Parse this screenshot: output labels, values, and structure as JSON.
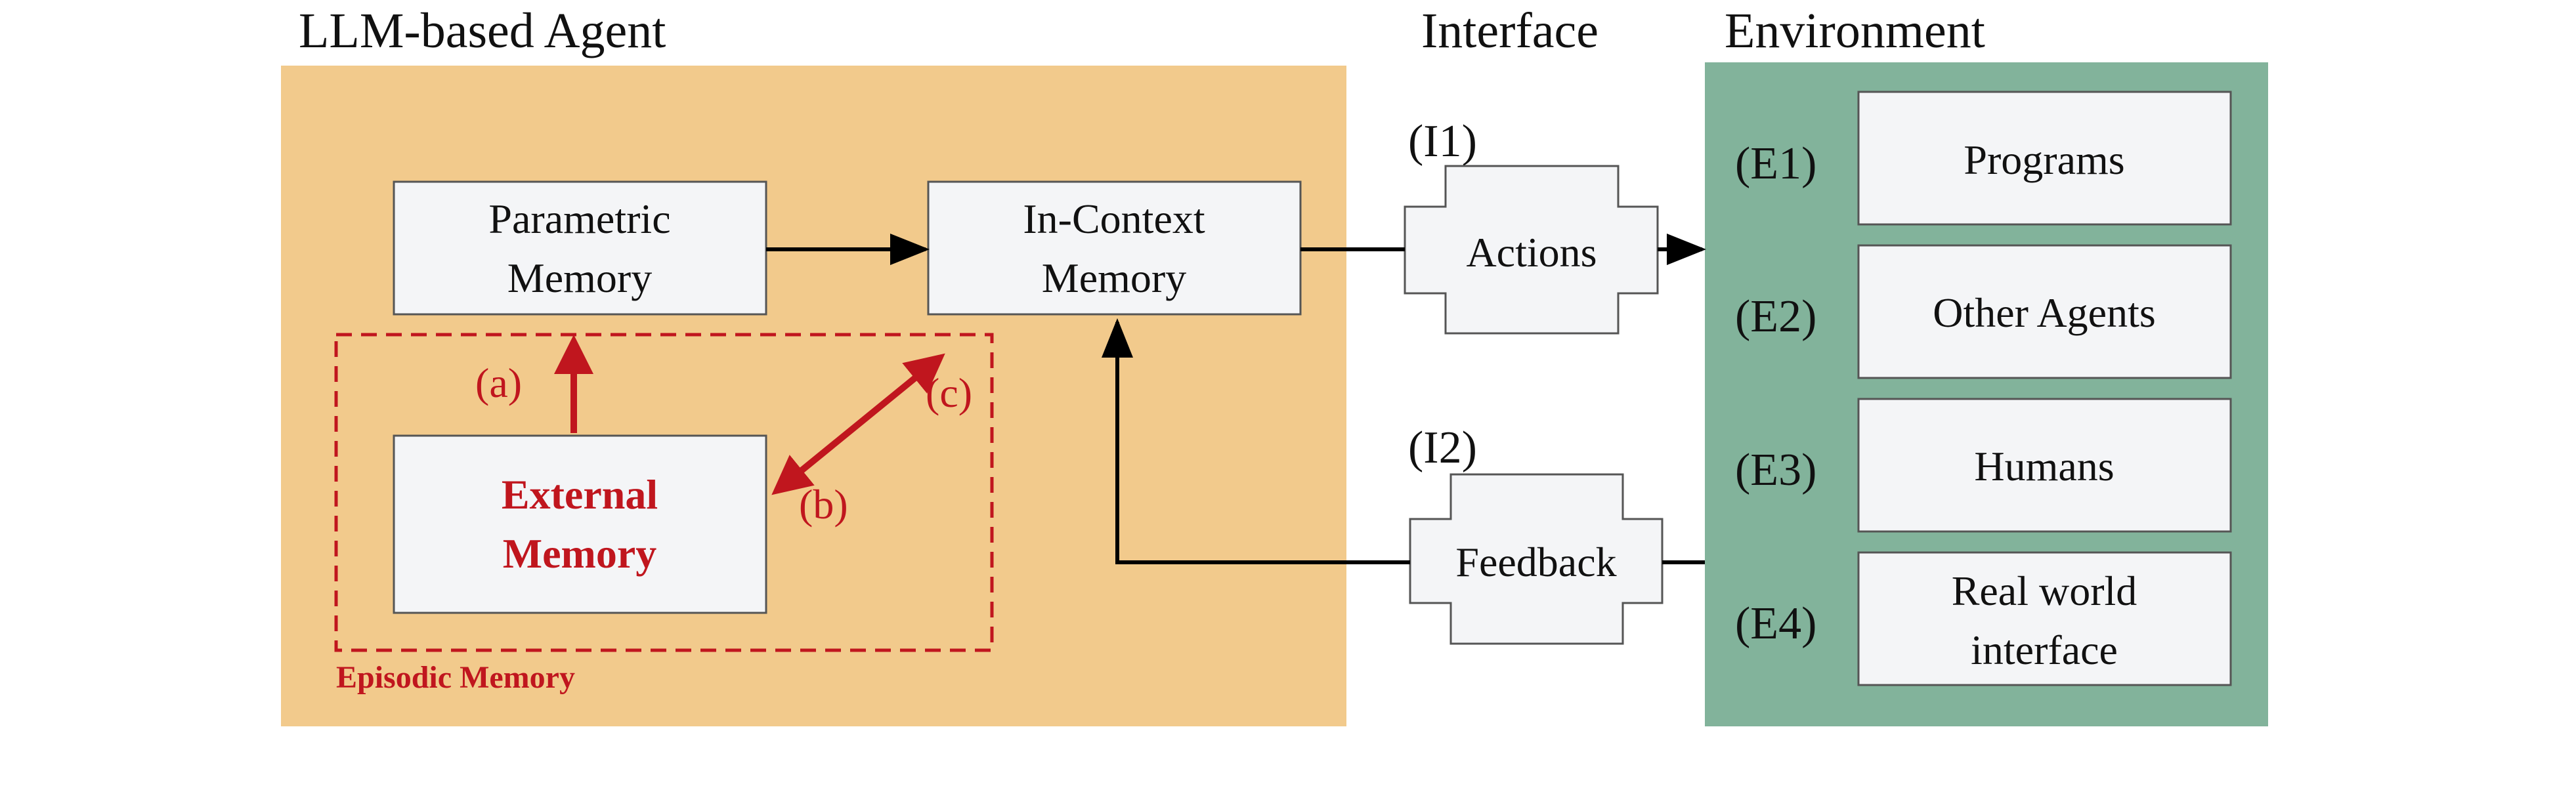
{
  "agent": {
    "title": "LLM-based Agent",
    "parametric_memory": [
      "Parametric",
      "Memory"
    ],
    "in_context_memory": [
      "In-Context",
      "Memory"
    ],
    "external_memory": [
      "External",
      "Memory"
    ],
    "episodic_memory_label": "Episodic Memory",
    "label_a": "(a)",
    "label_b": "(b)",
    "label_c": "(c)"
  },
  "interface": {
    "title": "Interface",
    "i1_label": "(I1)",
    "i1_text": "Actions",
    "i2_label": "(I2)",
    "i2_text": "Feedback"
  },
  "environment": {
    "title": "Environment",
    "items": [
      {
        "label": "(E1)",
        "lines": [
          "Programs"
        ]
      },
      {
        "label": "(E2)",
        "lines": [
          "Other Agents"
        ]
      },
      {
        "label": "(E3)",
        "lines": [
          "Humans"
        ]
      },
      {
        "label": "(E4)",
        "lines": [
          "Real world",
          "interface"
        ]
      }
    ]
  },
  "colors": {
    "agent_bg": "#f2ca8c",
    "environment_bg": "#82b39b",
    "box_fill": "#f4f5f7",
    "box_stroke": "#555555",
    "episodic_red": "#c0161e",
    "text": "#111111"
  }
}
